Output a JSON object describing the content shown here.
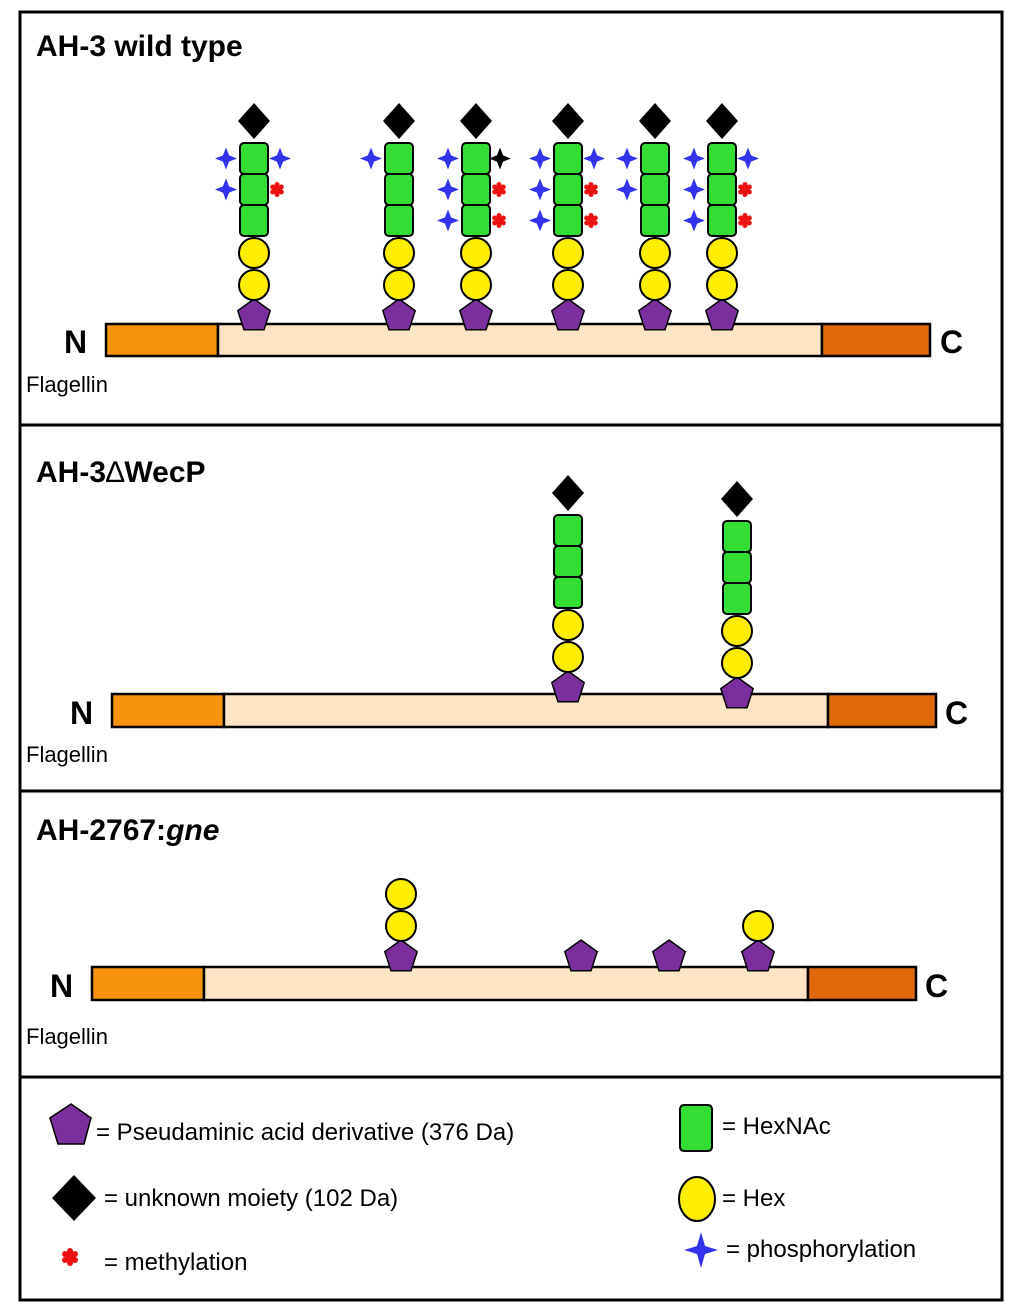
{
  "panels": [
    {
      "title": "AH-3 wild type",
      "n_label": "N",
      "c_label": "C",
      "protein_label": "Flagellin"
    },
    {
      "title_prefix": "AH-3",
      "title_delta": "∆",
      "title_suffix": "WecP",
      "n_label": "N",
      "c_label": "C",
      "protein_label": "Flagellin"
    },
    {
      "title_prefix": "AH-2767:",
      "title_italic": "gne",
      "n_label": "N",
      "c_label": "C",
      "protein_label": "Flagellin"
    }
  ],
  "legend": {
    "pseudaminic": "= Pseudaminic acid derivative (376 Da)",
    "unknown": "= unknown moiety (102 Da)",
    "methylation": "= methylation",
    "hexnac": "= HexNAc",
    "hex": "= Hex",
    "phosphorylation": "= phosphorylation"
  },
  "colors": {
    "pseudaminic": "#7b2f9e",
    "unknown": "#000000",
    "hexnac": "#33dd33",
    "hex": "#ffee00",
    "methylation": "#ee1111",
    "phosphorylation": "#3333ee",
    "n_domain": "#f7930f",
    "middle_domain": "#fde4c4",
    "c_domain": "#e06a0a"
  },
  "glycosylation": {
    "wild_type": [
      {
        "pse": true,
        "hex": 2,
        "hexnac": 3,
        "unknown": true,
        "phos_left": [
          1,
          2
        ],
        "phos_right": [
          1
        ],
        "methyl": [
          2
        ],
        "extra_black_star": false
      },
      {
        "pse": true,
        "hex": 2,
        "hexnac": 3,
        "unknown": true,
        "phos_left": [
          1
        ],
        "phos_right": [],
        "methyl": [],
        "extra_black_star": false
      },
      {
        "pse": true,
        "hex": 2,
        "hexnac": 3,
        "unknown": true,
        "phos_left": [
          1,
          2,
          3
        ],
        "phos_right": [],
        "methyl": [
          2,
          3
        ],
        "extra_black_star": true
      },
      {
        "pse": true,
        "hex": 2,
        "hexnac": 3,
        "unknown": true,
        "phos_left": [
          1,
          2,
          3
        ],
        "phos_right": [
          1
        ],
        "methyl": [
          2,
          3
        ],
        "extra_black_star": false
      },
      {
        "pse": true,
        "hex": 2,
        "hexnac": 3,
        "unknown": true,
        "phos_left": [
          1,
          2
        ],
        "phos_right": [],
        "methyl": [],
        "extra_black_star": false
      },
      {
        "pse": true,
        "hex": 2,
        "hexnac": 3,
        "unknown": true,
        "phos_left": [
          1,
          2,
          3
        ],
        "phos_right": [
          1
        ],
        "methyl": [
          2,
          3
        ],
        "extra_black_star": false
      }
    ],
    "wecp": [
      {
        "pse": true,
        "hex": 2,
        "hexnac": 3,
        "unknown": true
      },
      {
        "pse": true,
        "hex": 2,
        "hexnac": 3,
        "unknown": true
      }
    ],
    "gne": [
      {
        "pse": true,
        "hex": 2,
        "hexnac": 0,
        "unknown": false
      },
      {
        "pse": true,
        "hex": 0,
        "hexnac": 0,
        "unknown": false
      },
      {
        "pse": true,
        "hex": 0,
        "hexnac": 0,
        "unknown": false
      },
      {
        "pse": true,
        "hex": 1,
        "hexnac": 0,
        "unknown": false
      }
    ]
  }
}
